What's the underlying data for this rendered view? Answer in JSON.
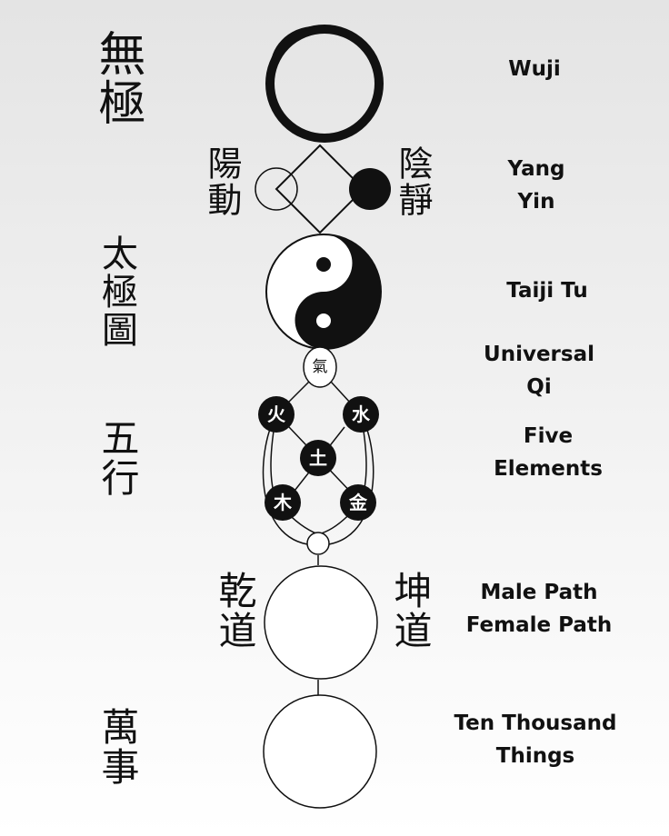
{
  "left_column": {
    "wuji": "無極",
    "taiji_tu": "太極圖",
    "five_elements": "五行",
    "ten_thousand_things": "萬事"
  },
  "center_chars": {
    "yang": "陽動",
    "yin": "陰靜",
    "qi": "氣",
    "fire": "火",
    "water": "水",
    "earth": "土",
    "wood": "木",
    "metal": "金",
    "male_path": "乾道",
    "female_path": "坤道"
  },
  "right_labels": {
    "wuji": "Wuji",
    "yang": "Yang",
    "yin": "Yin",
    "taiji_tu": "Taiji Tu",
    "qi_line1": "Universal",
    "qi_line2": "Qi",
    "five_line1": "Five",
    "five_line2": "Elements",
    "male_path": "Male Path",
    "female_path": "Female Path",
    "ten_line1": "Ten Thousand",
    "ten_line2": "Things"
  },
  "colors": {
    "ink": "#111111",
    "paper": "#ffffff"
  }
}
